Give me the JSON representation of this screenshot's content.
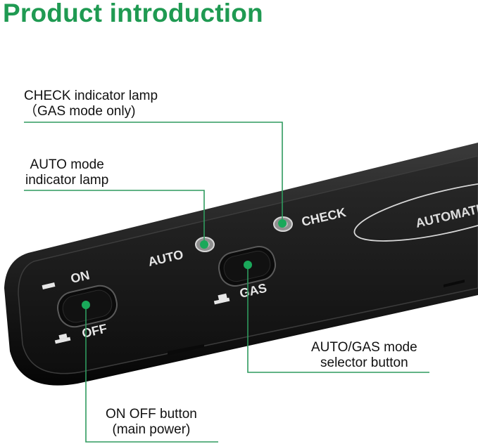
{
  "title": "Product introduction",
  "callouts": {
    "check_lamp": {
      "line1": "CHECK indicator lamp",
      "line2": "（GAS mode only)"
    },
    "auto_lamp": {
      "line1": "AUTO mode",
      "line2": "indicator lamp"
    },
    "selector": {
      "line1": "AUTO/GAS mode",
      "line2": "selector button"
    },
    "onoff": {
      "line1": "ON OFF button",
      "line2": "(main power)"
    }
  },
  "panel": {
    "label_on": "ON",
    "label_off": "OFF",
    "label_auto": "AUTO",
    "label_gas": "GAS",
    "label_check": "CHECK",
    "label_automatic": "AUTOMATIC"
  },
  "colors": {
    "brand_green": "#1f9a52",
    "panel_black": "#161616",
    "dot_green": "#1aa85a"
  }
}
